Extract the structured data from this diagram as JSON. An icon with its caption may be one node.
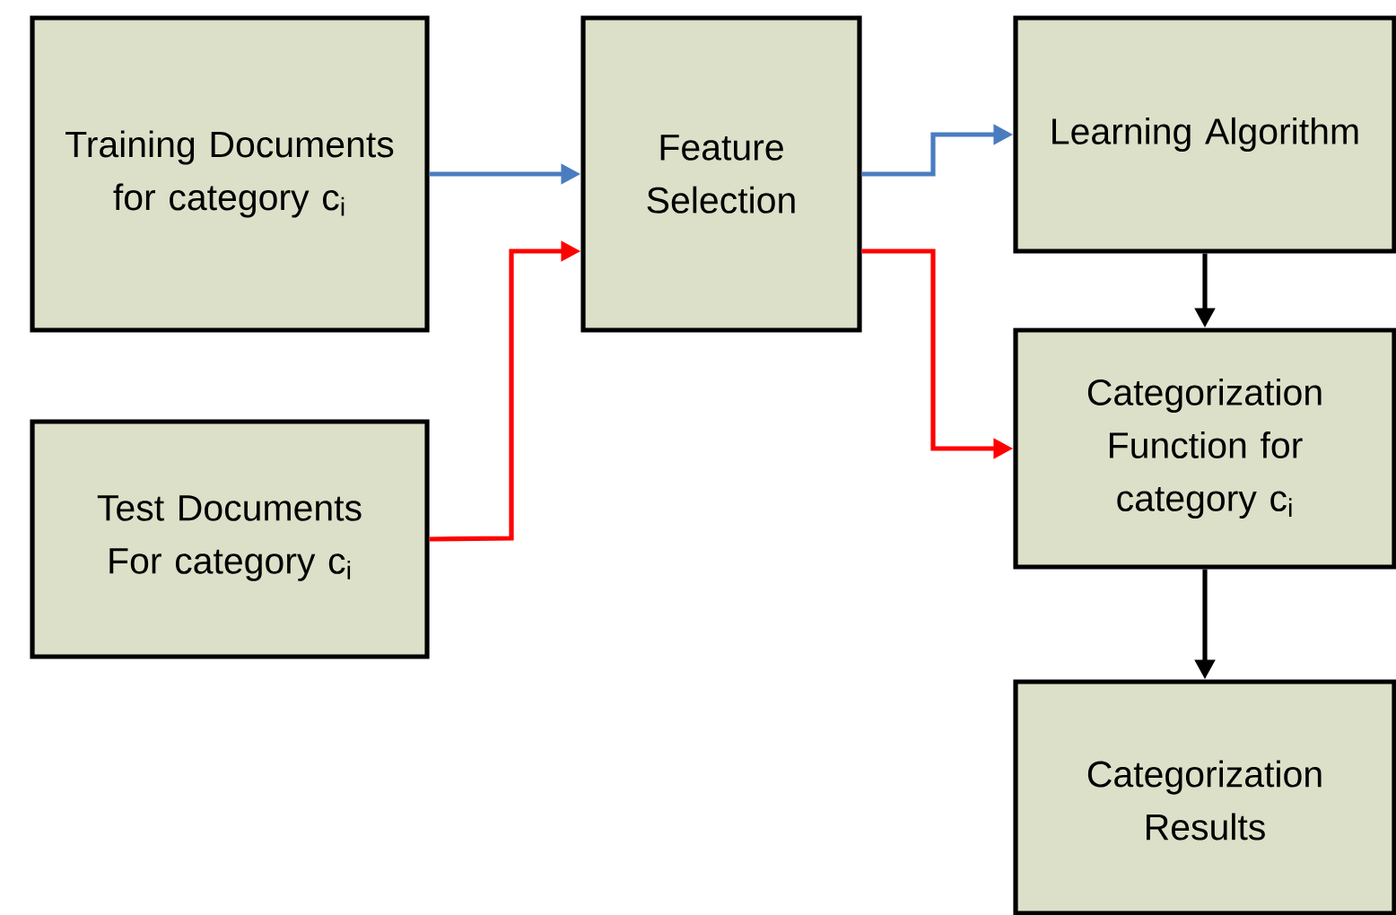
{
  "diagram": {
    "nodes": [
      {
        "text": [
          "Training Documents for category c$_{i}$"
        ]
      },
      {
        "text": [
          "Test Documents For category c$_{i}$"
        ]
      },
      {
        "text": [
          "Feature Selection"
        ]
      },
      {
        "text": [
          "Learning Algorithm"
        ]
      },
      {
        "text": [
          "Categorization Function for category c$_{i}$"
        ]
      },
      {
        "text": [
          "Categorization Results"
        ]
      }
    ],
    "edges": [
      {
        "from": 0,
        "to": 2,
        "arrow": "to",
        "color": "#4a7cc0"
      },
      {
        "from": 1,
        "to": 2,
        "arrow": "to",
        "color": "#ff0000"
      },
      {
        "from": 2,
        "to": 3,
        "arrow": "to",
        "color": "#4a7cc0"
      },
      {
        "from": 2,
        "to": 4,
        "arrow": "to",
        "color": "#ff0000"
      },
      {
        "from": 3,
        "to": 4,
        "arrow": "to",
        "color": "#000000"
      },
      {
        "from": 4,
        "to": 5,
        "arrow": "to",
        "color": "#000000"
      }
    ]
  }
}
